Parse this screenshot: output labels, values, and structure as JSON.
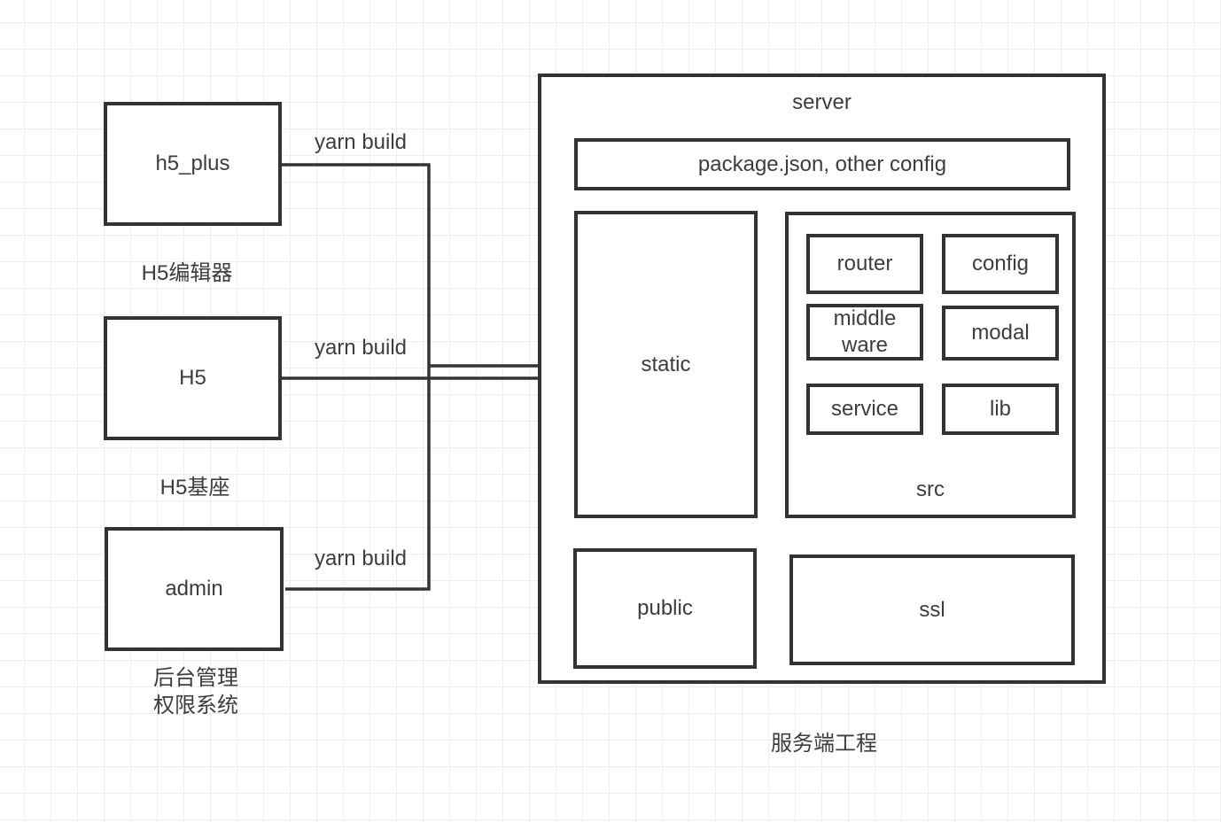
{
  "clients": [
    {
      "label": "h5_plus",
      "caption": "H5编辑器",
      "edge_label": "yarn build"
    },
    {
      "label": "H5",
      "caption": "H5基座",
      "edge_label": "yarn build"
    },
    {
      "label": "admin",
      "caption": "后台管理",
      "caption2": "权限系统",
      "edge_label": "yarn build"
    }
  ],
  "server": {
    "title": "server",
    "config_box_label": "package.json, other config",
    "static_label": "static",
    "src_label": "src",
    "src_children": [
      "router",
      "config",
      "middle ware",
      "modal",
      "service",
      "lib"
    ],
    "public_label": "public",
    "ssl_label": "ssl",
    "caption": "服务端工程"
  },
  "colors": {
    "line": "#333333",
    "text": "#3d3d3d",
    "grid": "#ededed",
    "canvas": "#ffffff"
  }
}
